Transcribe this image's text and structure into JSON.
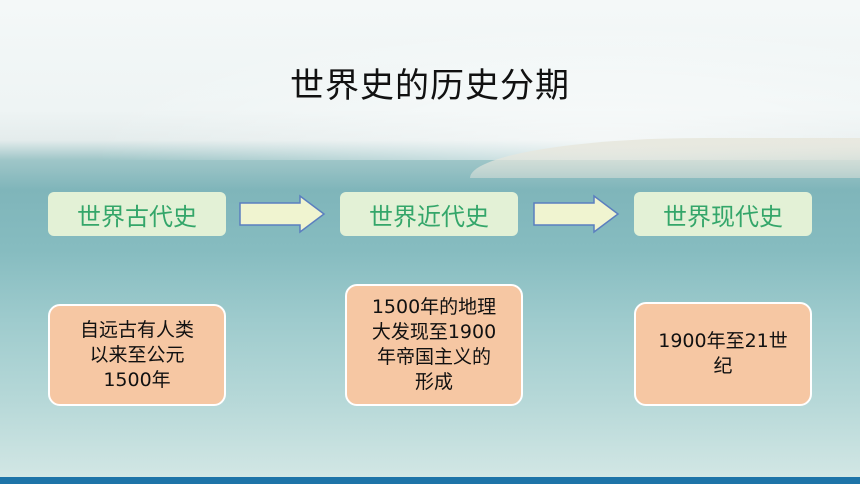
{
  "title": "世界史的历史分期",
  "periods": [
    {
      "label": "世界古代史",
      "desc_lines": [
        "自远古有人类",
        "以来至公元",
        "1500年"
      ]
    },
    {
      "label": "世界近代史",
      "desc_lines": [
        "1500年的地理",
        "大发现至1900",
        "年帝国主义的",
        "形成"
      ]
    },
    {
      "label": "世界现代史",
      "desc_lines": [
        "1900年至21世",
        "纪"
      ]
    }
  ],
  "colors": {
    "period_bg": "#e3f1d6",
    "period_text": "#34a66a",
    "desc_bg": "#f6c7a3",
    "arrow_fill": "#f0f4d0",
    "arrow_stroke": "#5b7fbf",
    "bottom_band": "#1e74a8"
  },
  "icons": [
    "right-arrow-icon",
    "right-arrow-icon"
  ]
}
